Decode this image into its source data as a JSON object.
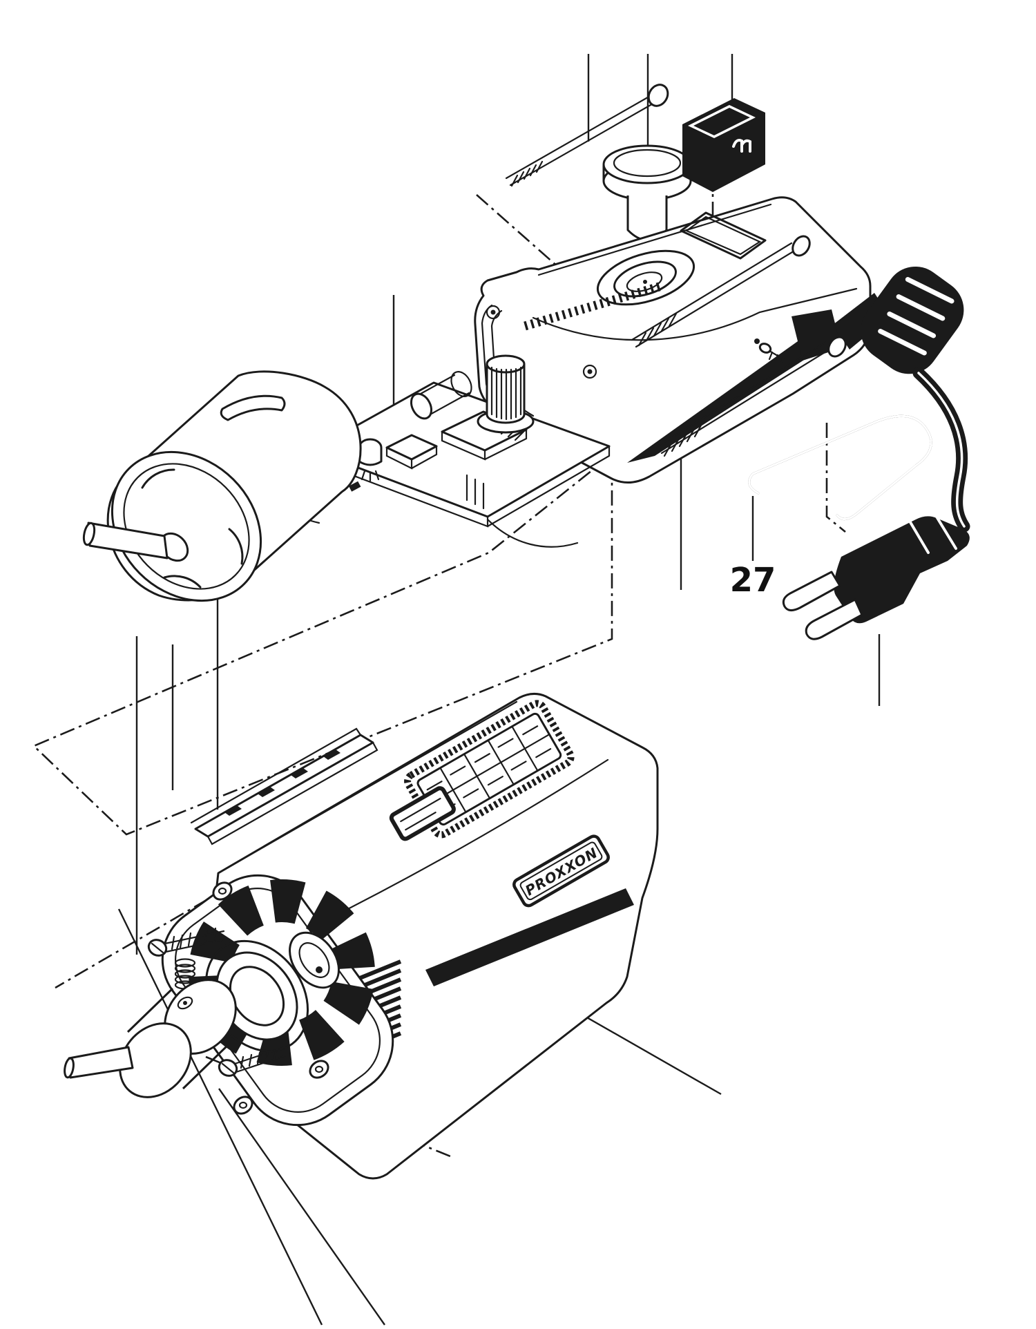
{
  "diagram": {
    "type": "exploded-parts-diagram",
    "subject": "rotary tool motor assembly",
    "colors": {
      "background": "#ffffff",
      "line": "#1b1b1b",
      "solid_fill": "#1b1b1b"
    },
    "labels": {
      "part_number_callout": "27",
      "brand_plate_text": "PROXXON"
    },
    "parts": [
      {
        "name": "long-machine-screw-top"
      },
      {
        "name": "speed-control-knob"
      },
      {
        "name": "rocker-switch"
      },
      {
        "name": "upper-housing-shell"
      },
      {
        "name": "circuit-board-with-potentiometer"
      },
      {
        "name": "dc-motor"
      },
      {
        "name": "long-housing-screw-upper"
      },
      {
        "name": "long-housing-screw-lower"
      },
      {
        "name": "small-self-tapping-screw"
      },
      {
        "name": "cord-clip-wire"
      },
      {
        "name": "cord-strain-relief-coil"
      },
      {
        "name": "power-cord"
      },
      {
        "name": "power-plug"
      },
      {
        "name": "lower-housing-shell"
      },
      {
        "name": "rating-label"
      },
      {
        "name": "brand-plate"
      },
      {
        "name": "grip-stripe"
      },
      {
        "name": "ventilation-slats"
      },
      {
        "name": "clamp-bar"
      },
      {
        "name": "front-bearing-cover"
      },
      {
        "name": "fan-impeller"
      },
      {
        "name": "pan-head-screw-upper"
      },
      {
        "name": "pan-head-screw-lower"
      },
      {
        "name": "compression-spring"
      },
      {
        "name": "shaft-coupling"
      }
    ]
  }
}
